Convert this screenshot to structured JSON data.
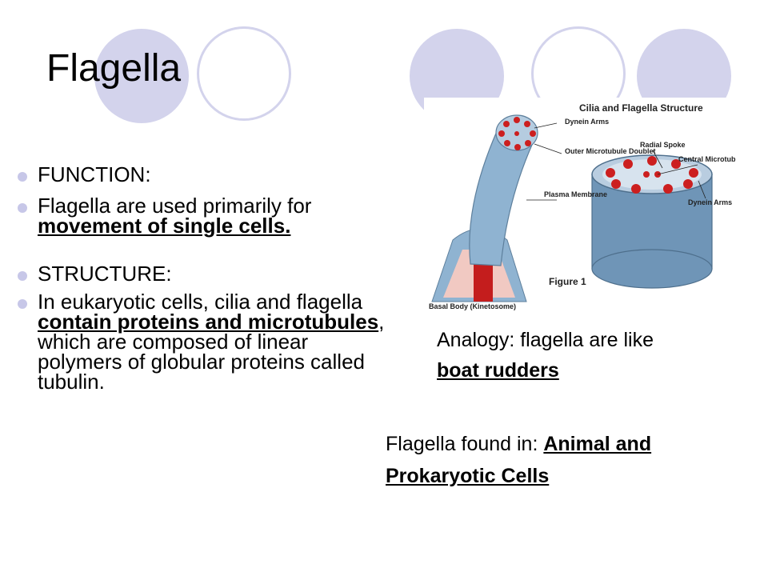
{
  "slide": {
    "title": "Flagella",
    "bullets": [
      {
        "text": "FUNCTION:"
      },
      {
        "text": "Flagella are used primarily for ",
        "emphasis": "movement of single cells."
      },
      {
        "text": "STRUCTURE:"
      },
      {
        "text": "In eukaryotic cells, cilia and flagella ",
        "emphasis": "contain proteins and microtubules",
        "after": ", which are composed of linear polymers of globular proteins called tubulin."
      }
    ],
    "figure": {
      "title": "Cilia and Flagella Structure",
      "labels": {
        "dynein_arms_left": "Dynein Arms",
        "outer_doublet": "Outer Microtubule Doublet",
        "plasma_membrane": "Plasma Membrane",
        "radial_spoke": "Radial Spoke",
        "central_microtubule": "Central Microtubule (Axoneme)",
        "dynein_arms_right": "Dynein Arms",
        "figure_number": "Figure 1",
        "basal_body": "Basal Body (Kinetosome)"
      }
    },
    "analogy": {
      "prefix": "Analogy:  flagella are like ",
      "emphasis": "boat rudders"
    },
    "found_in": {
      "prefix": "Flagella found in:  ",
      "emphasis": "Animal and Prokaryotic Cells"
    },
    "colors": {
      "decor": "#d3d3ec",
      "bullet": "#c7c7e8",
      "tube": "#7fa4c4",
      "protein": "#cc1f1f"
    }
  }
}
